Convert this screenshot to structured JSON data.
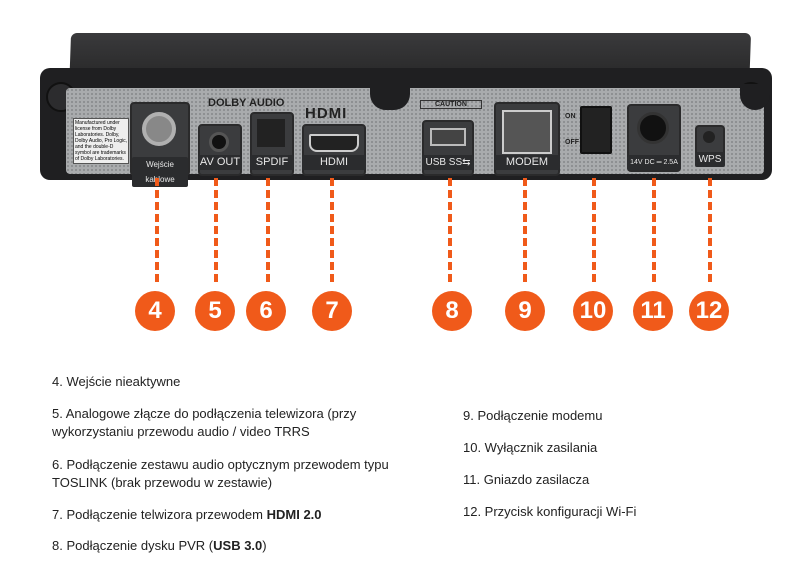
{
  "device": {
    "dolby_label": "DOLBY AUDIO",
    "hdmi_logo": "HDMI",
    "dolby_notice": "Manufactured under license from Dolby Laboratories. Dolby, Dolby Audio, Pro Logic, and the double-D symbol are trademarks of Dolby Laboratories.",
    "caution_label": "CAUTION",
    "switch_on": "ON",
    "switch_off": "OFF",
    "power_rating": "14V DC ═ 2.5A",
    "ports": [
      {
        "label": "Wejście kablowe"
      },
      {
        "label": "AV OUT"
      },
      {
        "label": "SPDIF"
      },
      {
        "label": "HDMI"
      },
      {
        "label": "USB SS⇆"
      },
      {
        "label": "MODEM"
      },
      {
        "label": "WPS"
      }
    ],
    "accent_color": "#f05a1a"
  },
  "badges": [
    "4",
    "5",
    "6",
    "7",
    "8",
    "9",
    "10",
    "11",
    "12"
  ],
  "descriptions_left": [
    {
      "text": "4. Wejście nieaktywne"
    },
    {
      "text": "5. Analogowe złącze do podłączenia telewizora (przy wykorzystaniu przewodu audio / video TRRS"
    },
    {
      "text": "6. Podłączenie zestawu audio optycznym przewodem typu TOSLINK (brak przewodu w zestawie)"
    },
    {
      "text": "7. Podłączenie telwizora przewodem ",
      "bold": "HDMI 2.0"
    },
    {
      "text": "8. Podłączenie dysku PVR (",
      "bold": "USB 3.0",
      "after": ")"
    }
  ],
  "descriptions_right": [
    {
      "text": "9. Podłączenie modemu"
    },
    {
      "text": "10. Wyłącznik zasilania"
    },
    {
      "text": "11. Gniazdo zasilacza"
    },
    {
      "text": "12. Przycisk konfiguracji Wi-Fi"
    }
  ]
}
